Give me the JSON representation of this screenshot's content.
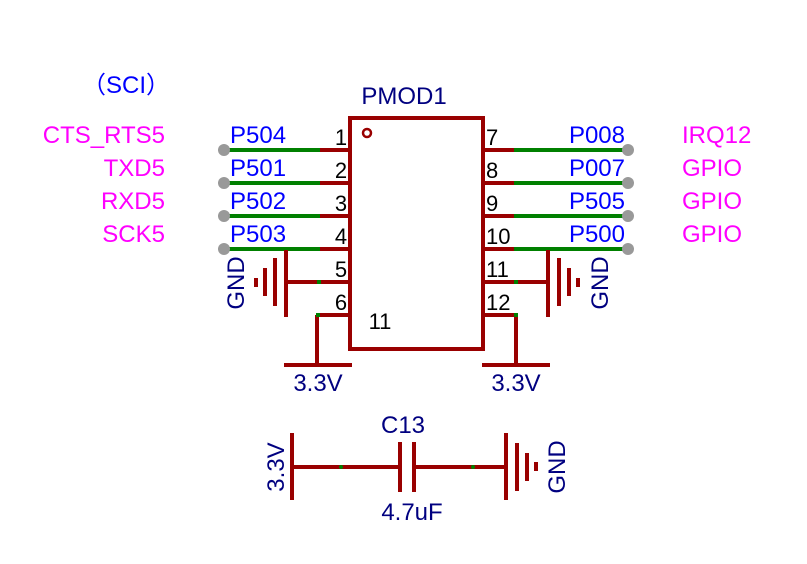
{
  "colors": {
    "wire": "#990000",
    "net": "#008000",
    "net_label": "#0000ff",
    "function_label": "#ff00ff",
    "power_label": "#000080",
    "pin_number": "#000000",
    "connector_dot": "#999999"
  },
  "group_label": "（SCI）",
  "component": {
    "designator": "PMOD1",
    "body_pin_label": "11"
  },
  "left_pins": [
    {
      "number": "1",
      "net": "P504",
      "function": "CTS_RTS5"
    },
    {
      "number": "2",
      "net": "P501",
      "function": "TXD5"
    },
    {
      "number": "3",
      "net": "P502",
      "function": "RXD5"
    },
    {
      "number": "4",
      "net": "P503",
      "function": "SCK5"
    },
    {
      "number": "5",
      "net": "",
      "function": ""
    },
    {
      "number": "6",
      "net": "",
      "function": ""
    }
  ],
  "right_pins": [
    {
      "number": "7",
      "net": "P008",
      "function": "IRQ12"
    },
    {
      "number": "8",
      "net": "P007",
      "function": "GPIO"
    },
    {
      "number": "9",
      "net": "P505",
      "function": "GPIO"
    },
    {
      "number": "10",
      "net": "P500",
      "function": "GPIO"
    },
    {
      "number": "11",
      "net": "",
      "function": ""
    },
    {
      "number": "12",
      "net": "",
      "function": ""
    }
  ],
  "power": {
    "gnd_left": "GND",
    "gnd_right": "GND",
    "vcc_left": "3.3V",
    "vcc_right": "3.3V"
  },
  "capacitor": {
    "designator": "C13",
    "value": "4.7uF",
    "left_net": "3.3V",
    "right_net": "GND"
  }
}
